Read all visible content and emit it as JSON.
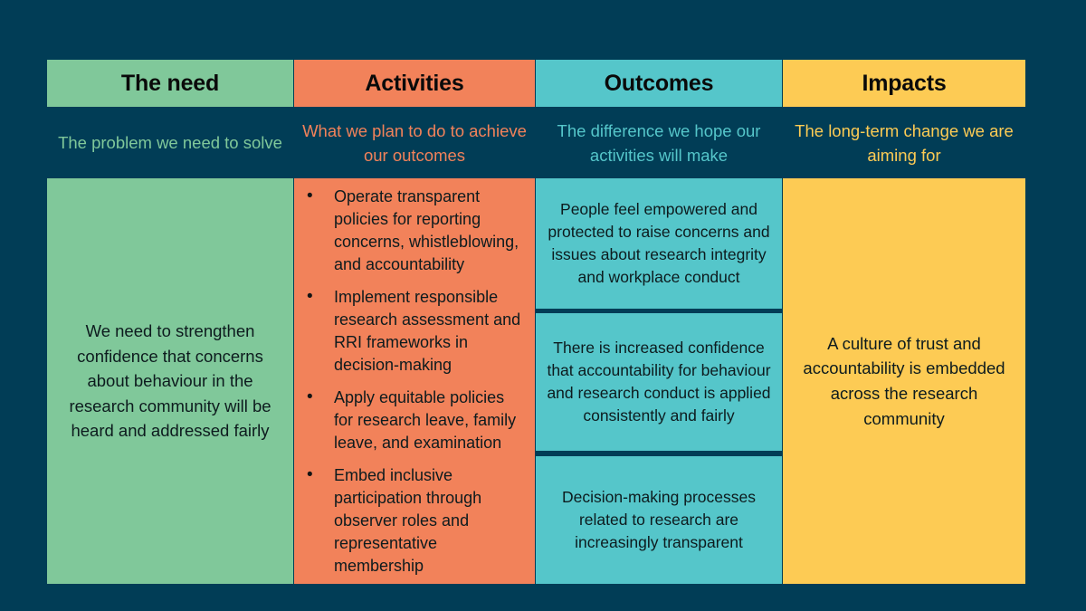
{
  "theme": {
    "background": "#013d56",
    "green": "#80c89a",
    "orange": "#f2825a",
    "teal": "#55c6ca",
    "yellow": "#fdcb54",
    "text_dark": "#0d1b1e"
  },
  "columns": [
    {
      "key": "need",
      "header": "The need",
      "subtitle": "The problem we need to solve",
      "color": "#80c89a",
      "body_text": "We need to strengthen confidence that concerns about behaviour in the research community will be heard and addressed fairly"
    },
    {
      "key": "activities",
      "header": "Activities",
      "subtitle": "What we plan to do to achieve our outcomes",
      "color": "#f2825a",
      "bullets": [
        "Operate transparent policies for reporting concerns, whistleblowing, and accountability",
        "Implement responsible research assessment and RRI frameworks in decision-making",
        "Apply equitable policies for research leave, family leave, and examination",
        "Embed inclusive participation through observer roles and representative membership"
      ]
    },
    {
      "key": "outcomes",
      "header": "Outcomes",
      "subtitle": "The difference we hope our activities will make",
      "color": "#55c6ca",
      "boxes": [
        "People feel empowered and protected to raise concerns and issues about research integrity and workplace conduct",
        "There is increased confidence that accountability for behaviour and research conduct is applied consistently and fairly",
        "Decision-making processes related to research are increasingly transparent"
      ]
    },
    {
      "key": "impacts",
      "header": "Impacts",
      "subtitle": "The long-term change we are aiming for",
      "color": "#fdcb54",
      "body_text": "A culture of trust and accountability is embedded across the research community"
    }
  ]
}
